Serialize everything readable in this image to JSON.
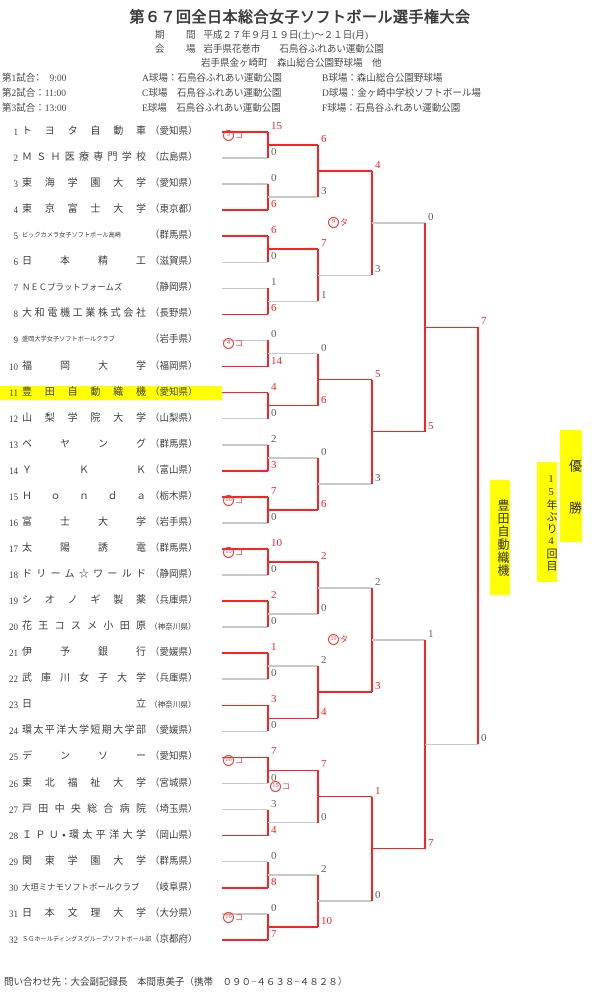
{
  "header": {
    "title": "第６７回全日本総合女子ソフトボール選手権大会",
    "period_label": "期　間",
    "period_value": "平成２７年９月１９日(土)〜２１日(月)",
    "venue_label": "会　場",
    "venue_line1": "岩手県花巻市　　石鳥谷ふれあい運動公園",
    "venue_line2": "岩手県金ヶ崎町　森山総合公園野球場　他",
    "games": [
      "第1試合：　9:00",
      "第2試合：11:00",
      "第3試合：13:00"
    ],
    "fields": [
      "A球場：石鳥谷ふれあい運動公園",
      "B球場：森山総合公園野球場",
      "C球場　石鳥谷ふれあい運動公園",
      "D球場：金ヶ崎中学校ソフトボール場",
      "E球場　石鳥谷ふれあい運動公園",
      "F球場：石鳥谷ふれあい運動公園"
    ]
  },
  "teams": [
    {
      "no": "1",
      "name": "トヨタ自動車",
      "pref": "（愛知県）",
      "style": "sp",
      "won": true
    },
    {
      "no": "2",
      "name": "ＭＳＨ医療専門学校",
      "pref": "（広島県）",
      "style": "sp",
      "won": false
    },
    {
      "no": "3",
      "name": "東海学園大学",
      "pref": "（愛知県）",
      "style": "sp",
      "won": false
    },
    {
      "no": "4",
      "name": "東京富士大学",
      "pref": "（東京都）",
      "style": "sp",
      "won": true
    },
    {
      "no": "5",
      "name": "ビックカメラ女子ソフトボール高崎",
      "pref": "（群馬県）",
      "style": "tiny",
      "won": true
    },
    {
      "no": "6",
      "name": "日本精工",
      "pref": "（滋賀県）",
      "style": "sp",
      "won": false
    },
    {
      "no": "7",
      "name": "ＮＥＣプラットフォームズ",
      "pref": "（静岡県）",
      "style": "small",
      "won": false
    },
    {
      "no": "8",
      "name": "大和電機工業株式会社",
      "pref": "（長野県）",
      "style": "sp",
      "won": true
    },
    {
      "no": "9",
      "name": "盛岡大学女子ソフトボールクラブ",
      "pref": "（岩手県）",
      "style": "tiny",
      "won": false
    },
    {
      "no": "10",
      "name": "福岡大学",
      "pref": "（福岡県）",
      "style": "sp",
      "won": true
    },
    {
      "no": "11",
      "name": "豊田自動織機",
      "pref": "（愛知県）",
      "style": "sp",
      "won": true,
      "highlight": true
    },
    {
      "no": "12",
      "name": "山梨学院大学",
      "pref": "（山梨県）",
      "style": "sp",
      "won": false
    },
    {
      "no": "13",
      "name": "ベヤング",
      "pref": "（群馬県）",
      "style": "sp",
      "won": false
    },
    {
      "no": "14",
      "name": "ＹＫＫ",
      "pref": "（富山県）",
      "style": "sp",
      "won": true
    },
    {
      "no": "15",
      "name": "Ｈｏｎｄａ",
      "pref": "（栃木県）",
      "style": "sp",
      "won": true
    },
    {
      "no": "16",
      "name": "富士大学",
      "pref": "（岩手県）",
      "style": "sp",
      "won": false
    },
    {
      "no": "17",
      "name": "太陽誘電",
      "pref": "（群馬県）",
      "style": "sp",
      "won": true
    },
    {
      "no": "18",
      "name": "ドリーム☆ワールド",
      "pref": "（静岡県）",
      "style": "sp",
      "won": false
    },
    {
      "no": "19",
      "name": "シオノギ製薬",
      "pref": "（兵庫県）",
      "style": "sp",
      "won": true
    },
    {
      "no": "20",
      "name": "花王コスメ小田原",
      "pref": "（神奈川県）",
      "style": "sp",
      "won": false,
      "prefNarrow": true
    },
    {
      "no": "21",
      "name": "伊予銀行",
      "pref": "（愛媛県）",
      "style": "sp",
      "won": true
    },
    {
      "no": "22",
      "name": "武庫川女子大学",
      "pref": "（兵庫県）",
      "style": "sp",
      "won": false
    },
    {
      "no": "23",
      "name": "日立",
      "pref": "（神奈川県）",
      "style": "sp",
      "won": true,
      "prefNarrow": true
    },
    {
      "no": "24",
      "name": "環太平洋大学短期大学部",
      "pref": "（愛媛県）",
      "style": "sp",
      "won": false
    },
    {
      "no": "25",
      "name": "デンソー",
      "pref": "（愛知県）",
      "style": "sp",
      "won": true
    },
    {
      "no": "26",
      "name": "東北福祉大学",
      "pref": "（宮城県）",
      "style": "sp",
      "won": false
    },
    {
      "no": "27",
      "name": "戸田中央総合病院",
      "pref": "（埼玉県）",
      "style": "sp",
      "won": false
    },
    {
      "no": "28",
      "name": "ＩＰＵ・環太平洋大学",
      "pref": "（岡山県）",
      "style": "sp",
      "won": true
    },
    {
      "no": "29",
      "name": "関東学園大学",
      "pref": "（群馬県）",
      "style": "sp",
      "won": false
    },
    {
      "no": "30",
      "name": "大垣ミナモソフトボールクラブ",
      "pref": "（岐阜県）",
      "style": "small",
      "won": true
    },
    {
      "no": "31",
      "name": "日本文理大学",
      "pref": "（大分県）",
      "style": "sp",
      "won": false
    },
    {
      "no": "32",
      "name": "ＳＧホールディングスグループソフトボール部",
      "pref": "（京都府）",
      "style": "tiny",
      "won": true
    }
  ],
  "champion": {
    "label": "優　　勝",
    "team": "豊田自動織機",
    "note": "15年ぶり4回目"
  },
  "footer": "問い合わせ先：大会副記録長　本間恵美子（携帯　０９０−４６３８−４８２８）",
  "chart_data": {
    "type": "bracket",
    "title": "第６７回全日本総合女子ソフトボール選手権大会 トーナメント表",
    "rounds": 5,
    "round1": [
      {
        "match": 1,
        "top": "1",
        "bottom": "2",
        "top_score": "15",
        "bottom_score": "0",
        "winner": "top",
        "game": "③",
        "field": "コ"
      },
      {
        "match": 2,
        "top": "3",
        "bottom": "4",
        "top_score": "0",
        "bottom_score": "6",
        "winner": "bottom"
      },
      {
        "match": 3,
        "top": "5",
        "bottom": "6",
        "top_score": "6",
        "bottom_score": "0",
        "winner": "top"
      },
      {
        "match": 4,
        "top": "7",
        "bottom": "8",
        "top_score": "1",
        "bottom_score": "6",
        "winner": "bottom"
      },
      {
        "match": 5,
        "top": "9",
        "bottom": "10",
        "top_score": "0",
        "bottom_score": "14",
        "winner": "bottom",
        "game": "④",
        "field": "コ"
      },
      {
        "match": 6,
        "top": "11",
        "bottom": "12",
        "top_score": "4",
        "bottom_score": "0",
        "winner": "top"
      },
      {
        "match": 7,
        "top": "13",
        "bottom": "14",
        "top_score": "2",
        "bottom_score": "3",
        "winner": "bottom"
      },
      {
        "match": 8,
        "top": "15",
        "bottom": "16",
        "top_score": "7",
        "bottom_score": "0",
        "winner": "top",
        "game": "⑯",
        "field": "コ"
      },
      {
        "match": 9,
        "top": "17",
        "bottom": "18",
        "top_score": "10",
        "bottom_score": "0",
        "winner": "top",
        "game": "⑮",
        "field": "コ"
      },
      {
        "match": 10,
        "top": "19",
        "bottom": "20",
        "top_score": "2",
        "bottom_score": "0",
        "winner": "top"
      },
      {
        "match": 11,
        "top": "21",
        "bottom": "22",
        "top_score": "1",
        "bottom_score": "0",
        "winner": "top"
      },
      {
        "match": 12,
        "top": "23",
        "bottom": "24",
        "top_score": "3",
        "bottom_score": "0",
        "winner": "top"
      },
      {
        "match": 13,
        "top": "25",
        "bottom": "26",
        "top_score": "7",
        "bottom_score": "0",
        "winner": "top",
        "game": "⑯",
        "field": "コ"
      },
      {
        "match": 14,
        "top": "27",
        "bottom": "28",
        "top_score": "3",
        "bottom_score": "4",
        "winner": "bottom"
      },
      {
        "match": 15,
        "top": "29",
        "bottom": "30",
        "top_score": "0",
        "bottom_score": "8",
        "winner": "bottom"
      },
      {
        "match": 16,
        "top": "31",
        "bottom": "32",
        "top_score": "0",
        "bottom_score": "7",
        "winner": "bottom",
        "game": "⑯",
        "field": "コ"
      }
    ],
    "round2": [
      {
        "match": 1,
        "top_score": "6",
        "bottom_score": "3",
        "winner": "top"
      },
      {
        "match": 2,
        "top_score": "7",
        "bottom_score": "1",
        "winner": "top"
      },
      {
        "match": 3,
        "top_score": "0",
        "bottom_score": "6",
        "winner": "bottom"
      },
      {
        "match": 4,
        "top_score": "0",
        "bottom_score": "6",
        "winner": "bottom"
      },
      {
        "match": 5,
        "top_score": "2",
        "bottom_score": "0",
        "winner": "top"
      },
      {
        "match": 6,
        "top_score": "2",
        "bottom_score": "4",
        "winner": "bottom"
      },
      {
        "match": 7,
        "top_score": "7",
        "bottom_score": "0",
        "winner": "top",
        "game": "⑮",
        "field": "コ"
      },
      {
        "match": 8,
        "top_score": "2",
        "bottom_score": "10",
        "winner": "bottom"
      }
    ],
    "round3": [
      {
        "match": 1,
        "top_score": "4",
        "bottom_score": "3",
        "winner": "top",
        "game": "⑨",
        "field": "タ"
      },
      {
        "match": 2,
        "top_score": "5",
        "bottom_score": "3",
        "winner": "top"
      },
      {
        "match": 3,
        "top_score": "2",
        "bottom_score": "3",
        "winner": "bottom",
        "game": "⑪",
        "field": "タ"
      },
      {
        "match": 4,
        "top_score": "1",
        "bottom_score": "0",
        "winner": "top"
      }
    ],
    "semifinal": [
      {
        "match": 1,
        "top_score": "0",
        "bottom_score": "5",
        "winner": "bottom"
      },
      {
        "match": 2,
        "top_score": "1",
        "bottom_score": "7",
        "winner": "bottom"
      }
    ],
    "final": {
      "top_score": "7",
      "bottom_score": "0",
      "winner": "top",
      "champion": "豊田自動織機"
    }
  }
}
